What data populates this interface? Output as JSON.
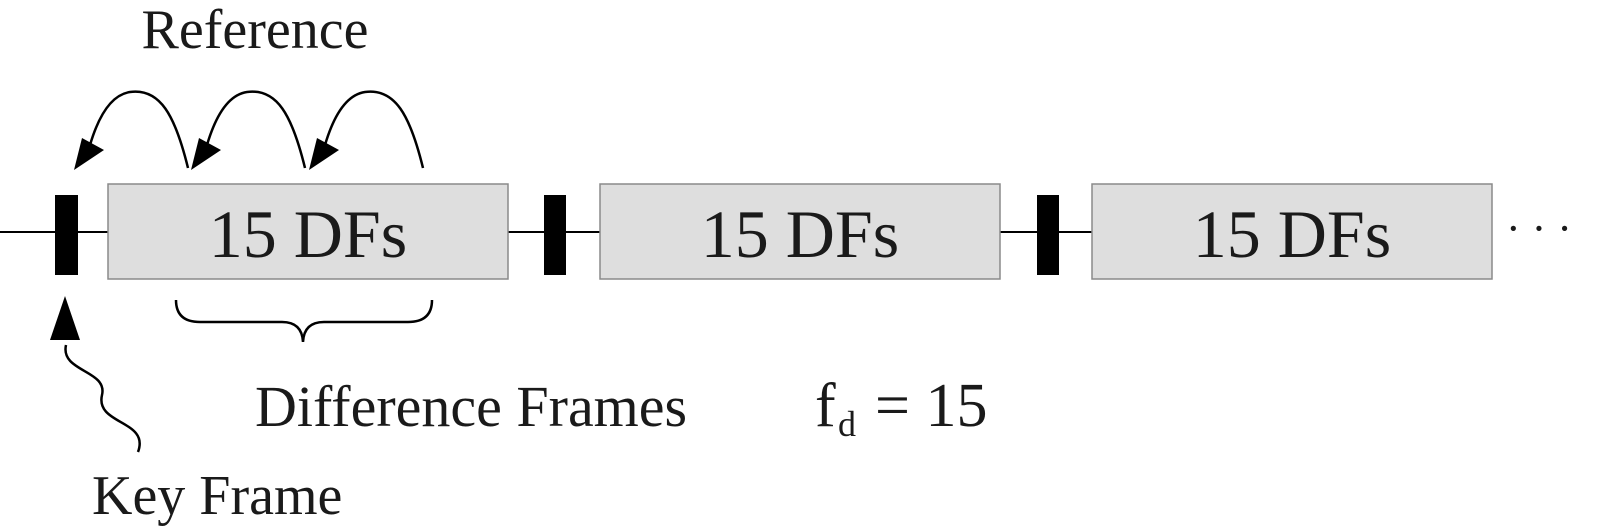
{
  "diagram": {
    "reference_label": "Reference",
    "segment_labels": [
      "15 DFs",
      "15 DFs",
      "15 DFs"
    ],
    "ellipsis": "· · ·",
    "difference_frames_label": "Difference Frames",
    "formula": {
      "symbol": "f",
      "subscript": "d",
      "equals": "= 15"
    },
    "key_frame_label": "Key Frame",
    "colors": {
      "box_fill": "#dedede",
      "box_stroke": "#8a8a8a",
      "key_frame": "#000000"
    }
  }
}
